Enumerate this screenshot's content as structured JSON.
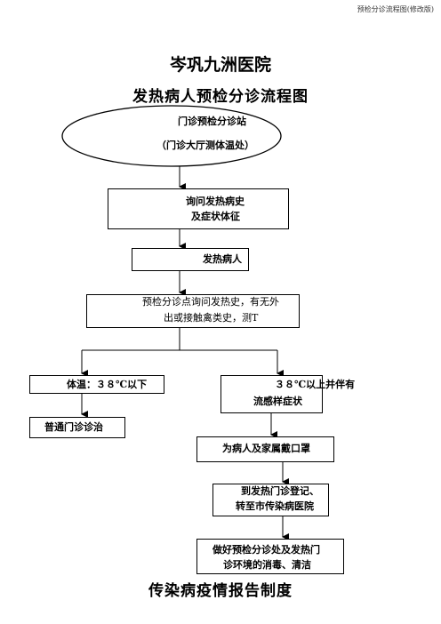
{
  "header_note": "预检分诊流程图(修改版)",
  "hospital_name": "岑巩九洲医院",
  "diagram_title": "发热病人预检分诊流程图",
  "footer_title": "传染病疫情报告制度",
  "nodes": {
    "start": {
      "line1": "门诊预检分诊站",
      "line2": "（门诊大厅测体温处）"
    },
    "inquire": {
      "line1": "询问发热病史",
      "line2": "及症状体征"
    },
    "fever": {
      "label": "发热病人"
    },
    "triage": {
      "line1": "预检分诊点询问发热史，有无外",
      "line2": "出或接触禽类史，测T"
    },
    "low_temp": {
      "label": "体温：３８℃以下"
    },
    "high_temp": {
      "line1": "３８℃以上并伴有",
      "line2": "流感样症状"
    },
    "outpatient": {
      "label": "普通门诊诊治"
    },
    "mask": {
      "label": "为病人及家属戴口罩"
    },
    "transfer": {
      "line1": "到发热门诊登记、",
      "line2": "转至市传染病医院"
    },
    "disinfect": {
      "line1": "做好预检分诊处及发热门",
      "line2": "诊环境的消毒、清洁"
    }
  }
}
